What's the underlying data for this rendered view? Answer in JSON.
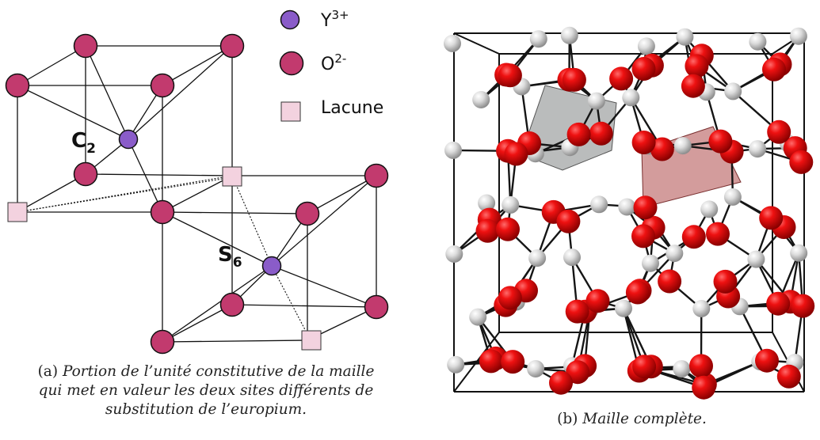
{
  "figure_a": {
    "legend": [
      {
        "symbol": "Y",
        "superscript": "3+",
        "color": "#8a5cc9"
      },
      {
        "symbol": "O",
        "superscript": "2-",
        "color": "#c23a6e"
      },
      {
        "symbol": "Lacune",
        "superscript": "",
        "color": "#f3d2df"
      }
    ],
    "site_c2": {
      "main": "C",
      "sub": "2"
    },
    "site_s6": {
      "main": "S",
      "sub": "6"
    },
    "caption": {
      "tag": "(a)",
      "lines": [
        "Portion de l’unité constitutive de la maille",
        "qui met en valeur les deux sites différents de",
        "substitution de l’europium."
      ]
    }
  },
  "figure_b": {
    "caption": {
      "tag": "(b)",
      "text": "Maille complète."
    },
    "atom_colors": {
      "oxygen": "#e00000",
      "cation": "#d4d4d4"
    },
    "polyhedra_colors": {
      "gray": "#8c9090",
      "red": "#b55a5a"
    }
  }
}
